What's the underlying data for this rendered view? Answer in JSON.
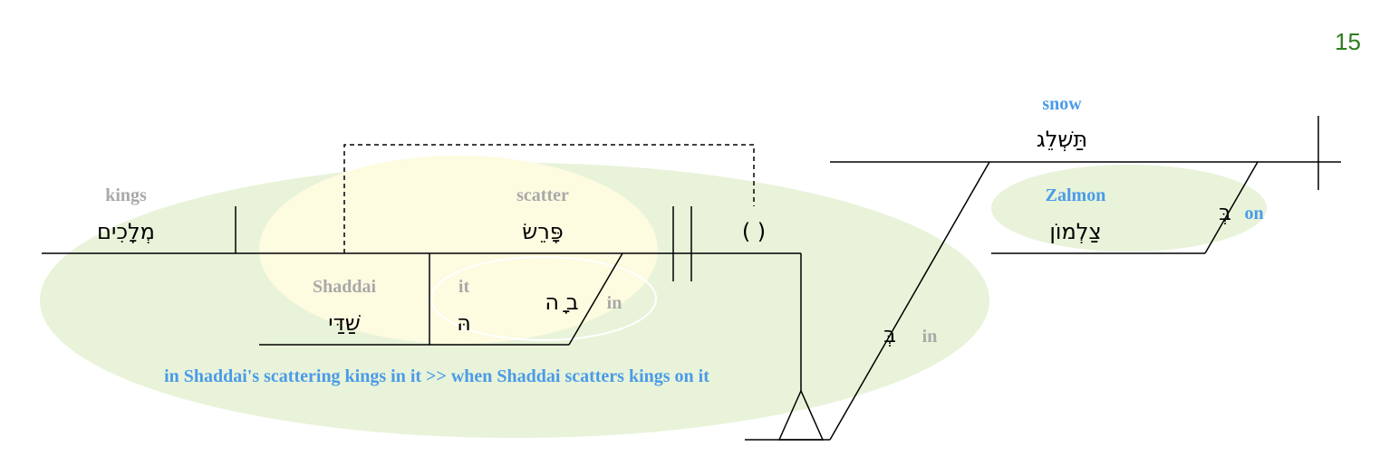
{
  "page_number": "15",
  "colors": {
    "green_ellipse": "#e8f3d9",
    "yellow_ellipse": "#fdfbe0",
    "gloss_gray": "#a9a9a9",
    "gloss_blue": "#4a9be8",
    "page_number": "#2e7d1e",
    "lines": "#000000"
  },
  "words": {
    "kings": {
      "gloss": "kings",
      "hebrew": "מְלָכִים"
    },
    "scatter": {
      "gloss": "scatter",
      "hebrew": "פָּרֵשׂ"
    },
    "shaddai": {
      "gloss": "Shaddai",
      "hebrew": "שַׁדַּי"
    },
    "it": {
      "gloss": "it",
      "hebrew": "הּ"
    },
    "in_prep_1": {
      "gloss": "in",
      "hebrew": "ב ָה"
    },
    "empty_object": {
      "hebrew": "( )"
    },
    "in_prep_2": {
      "gloss": "in",
      "hebrew": "בְּ"
    },
    "snow": {
      "gloss": "snow",
      "hebrew": "תַּשְׁלֵג"
    },
    "zalmon": {
      "gloss": "Zalmon",
      "hebrew": "צַלְמוֹן"
    },
    "on_prep": {
      "gloss": "on",
      "hebrew": "בְּ"
    }
  },
  "translation": "in Shaddai's scattering kings in it >> when Shaddai scatters kings on it"
}
